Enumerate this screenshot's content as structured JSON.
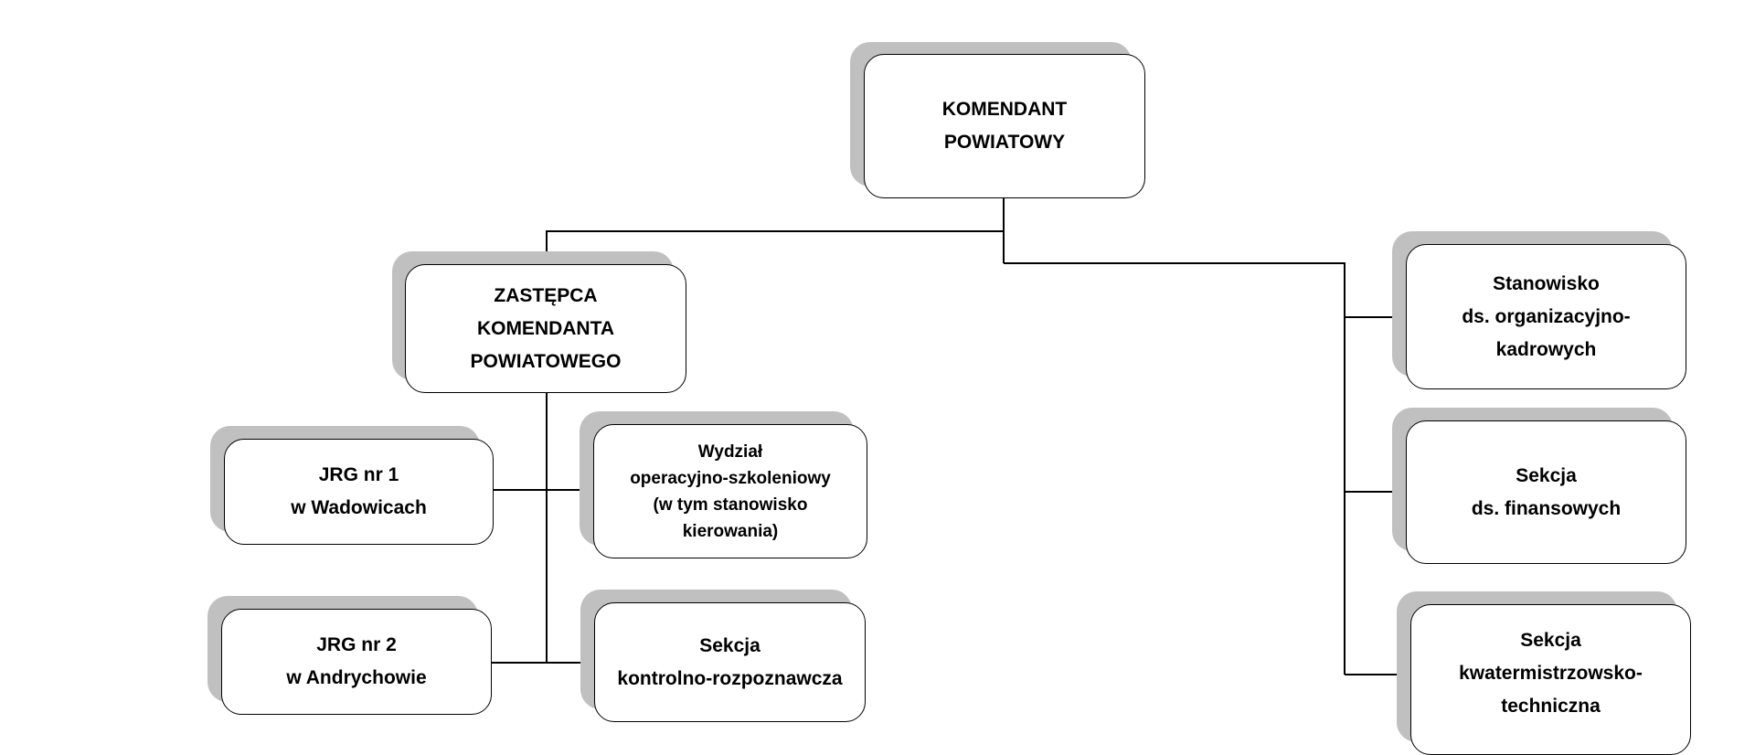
{
  "nodes": {
    "komendant": [
      "KOMENDANT",
      "POWIATOWY"
    ],
    "zastepca": [
      "ZASTĘPCA",
      "KOMENDANTA",
      "POWIATOWEGO"
    ],
    "jrg1": [
      "JRG nr 1",
      "w Wadowicach"
    ],
    "jrg2": [
      "JRG nr 2",
      "w Andrychowie"
    ],
    "wydzial": [
      "Wydział",
      "operacyjno-szkoleniowy",
      "(w tym stanowisko",
      "kierowania)"
    ],
    "sekcja_kontrolna": [
      "Sekcja",
      "kontrolno-rozpoznawcza"
    ],
    "stanowisko_kadry": [
      "Stanowisko",
      "ds. organizacyjno-",
      "kadrowych"
    ],
    "sekcja_finanse": [
      "Sekcja",
      "ds. finansowych"
    ],
    "sekcja_kwatermistrz": [
      "Sekcja",
      "kwatermistrzowsko-",
      "techniczna"
    ]
  }
}
